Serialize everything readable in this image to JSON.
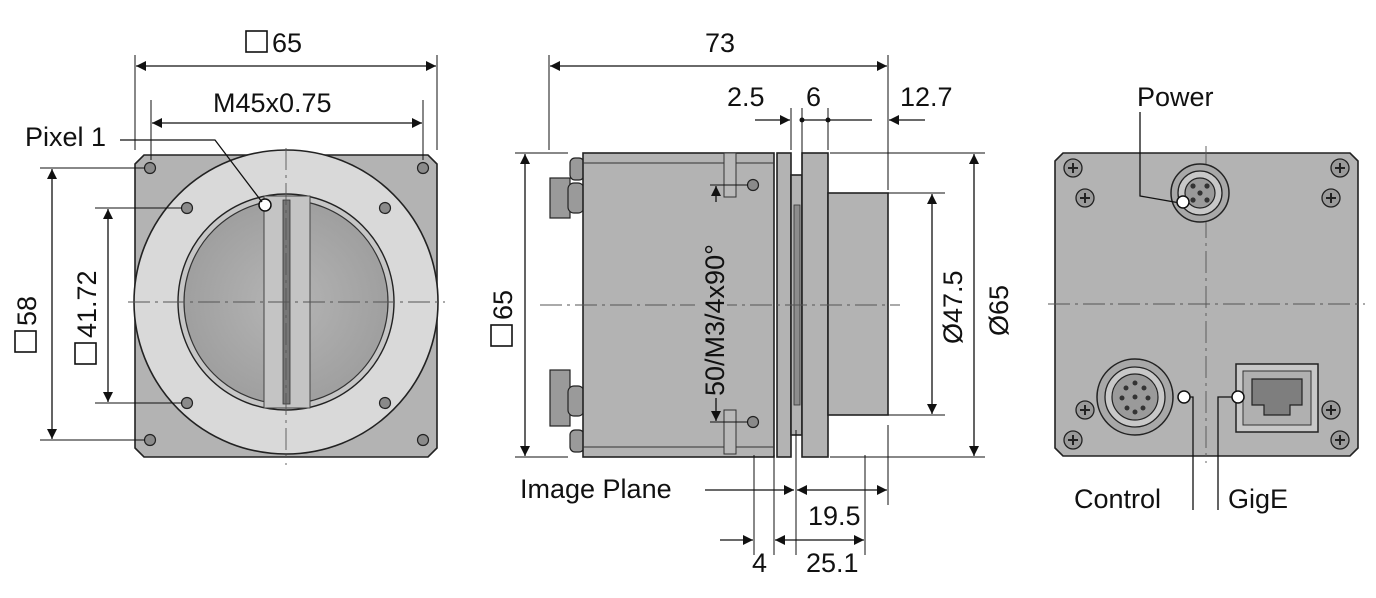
{
  "front_view": {
    "width_label": "65",
    "thread_label": "M45x0.75",
    "pixel_label": "Pixel 1",
    "height_label": "58",
    "inner_label": "41.72"
  },
  "side_view": {
    "length_label": "73",
    "d_25": "2.5",
    "d_6": "6",
    "d_127": "12.7",
    "height_label": "65",
    "holes_label": "50/M3/4x90°",
    "dia_475": "Ø47.5",
    "dia_65": "Ø65",
    "image_plane_label": "Image Plane",
    "d_195": "19.5",
    "d_4": "4",
    "d_251": "25.1"
  },
  "rear_view": {
    "power_label": "Power",
    "control_label": "Control",
    "gige_label": "GigE"
  }
}
